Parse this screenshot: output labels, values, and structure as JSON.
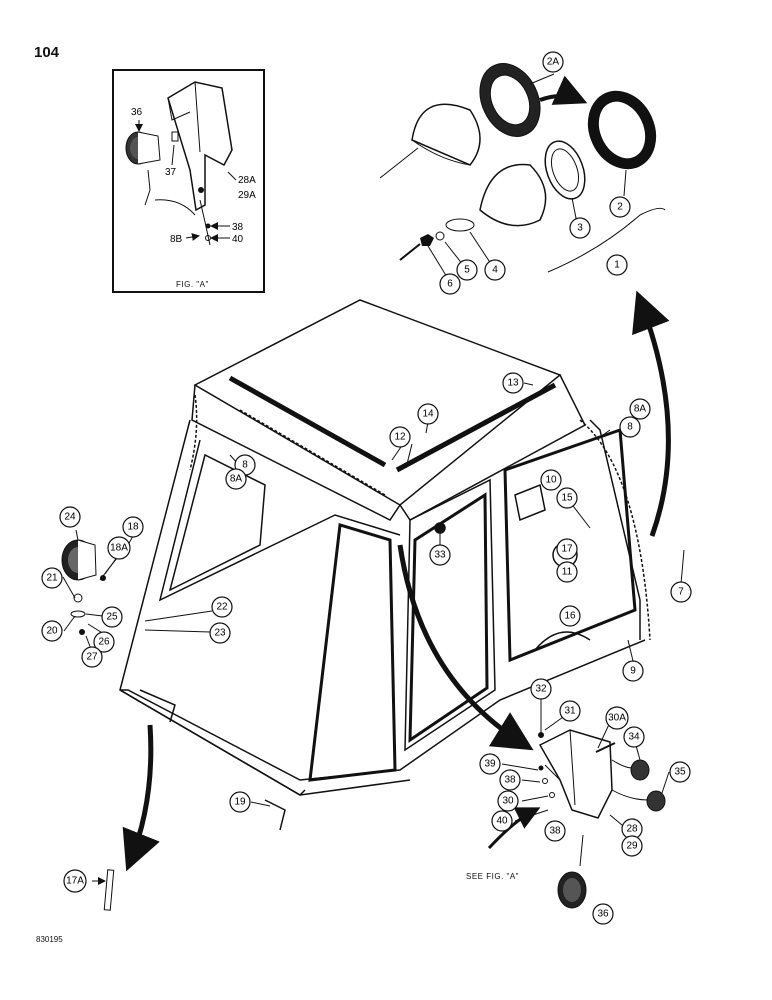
{
  "page_number": "104",
  "drawing_code": "830195",
  "inset": {
    "caption": "FIG. \"A\"",
    "labels": [
      "36",
      "37",
      "28A",
      "29A",
      "38",
      "8B",
      "40"
    ]
  },
  "see_fig_text": "SEE FIG. \"A\"",
  "callouts": {
    "c1": "1",
    "c2": "2",
    "c2A": "2A",
    "c3": "3",
    "c4": "4",
    "c5": "5",
    "c6": "6",
    "c7": "7",
    "c8a": "8",
    "c8Aa": "8A",
    "c8b": "8",
    "c8Ab": "8A",
    "c9": "9",
    "c10": "10",
    "c11": "11",
    "c12": "12",
    "c13": "13",
    "c14": "14",
    "c15": "15",
    "c16": "16",
    "c17": "17",
    "c17A": "17A",
    "c18": "18",
    "c18A": "18A",
    "c19": "19",
    "c20": "20",
    "c21": "21",
    "c22": "22",
    "c23": "23",
    "c24": "24",
    "c25": "25",
    "c26": "26",
    "c27": "27",
    "c28": "28",
    "c29": "29",
    "c30": "30",
    "c30A": "30A",
    "c31": "31",
    "c32": "32",
    "c33": "33",
    "c34": "34",
    "c35": "35",
    "c36": "36",
    "c38a": "38",
    "c38b": "38",
    "c39": "39",
    "c40": "40"
  }
}
